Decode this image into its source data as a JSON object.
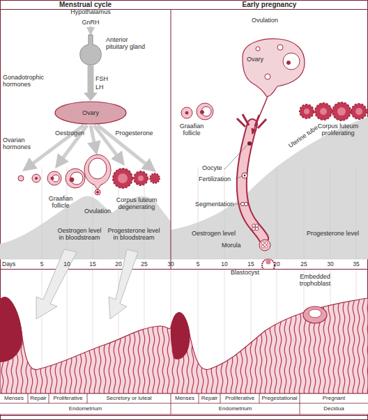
{
  "diagram": {
    "nodes": [
      {
        "text": [
          "Menstrual cycle"
        ]
      },
      {
        "text": [
          "Anterior pituitary gland"
        ],
        "in": 0
      },
      {
        "text": [
          "Ovary"
        ],
        "in": 0
      },
      {
        "text": [
          "Early pregnancy"
        ]
      },
      {
        "text": [
          "Ovary"
        ],
        "in": 3
      }
    ],
    "edges": [
      {
        "from": 1,
        "to": 2,
        "arrow": "to"
      }
    ],
    "labels": [
      "Hypothalamus",
      "GnRH",
      "Gonadotrophic hormones",
      "FSH",
      "LH",
      "Ovarian hormones",
      "Oestrogen",
      "Progesterone",
      "Graafian follicle",
      "Ovulation",
      "Corpus luteum degenerating",
      "Oestrogen level in bloodstream",
      "Progesterone level in bloodstream",
      "Ovulation",
      "Graafian follicle",
      "Corpus luteum proliferating",
      "Uterine tube",
      "Oocyte",
      "Fertilization",
      "Segmentation",
      "Oestrogen level",
      "Progesterone level",
      "Days",
      "5",
      "10",
      "15",
      "20",
      "25",
      "30",
      "5",
      "10",
      "15",
      "20",
      "25",
      "30",
      "35",
      "Morula",
      "Blastocyst",
      "Embedded trophoblast",
      "Menses",
      "Repair",
      "Proliferative",
      "Secretory or luteal",
      "Menses",
      "Repair",
      "Proliferative",
      "Pregestational",
      "Pregnant",
      "Endometrium",
      "Endometrium",
      "Decidua"
    ]
  }
}
